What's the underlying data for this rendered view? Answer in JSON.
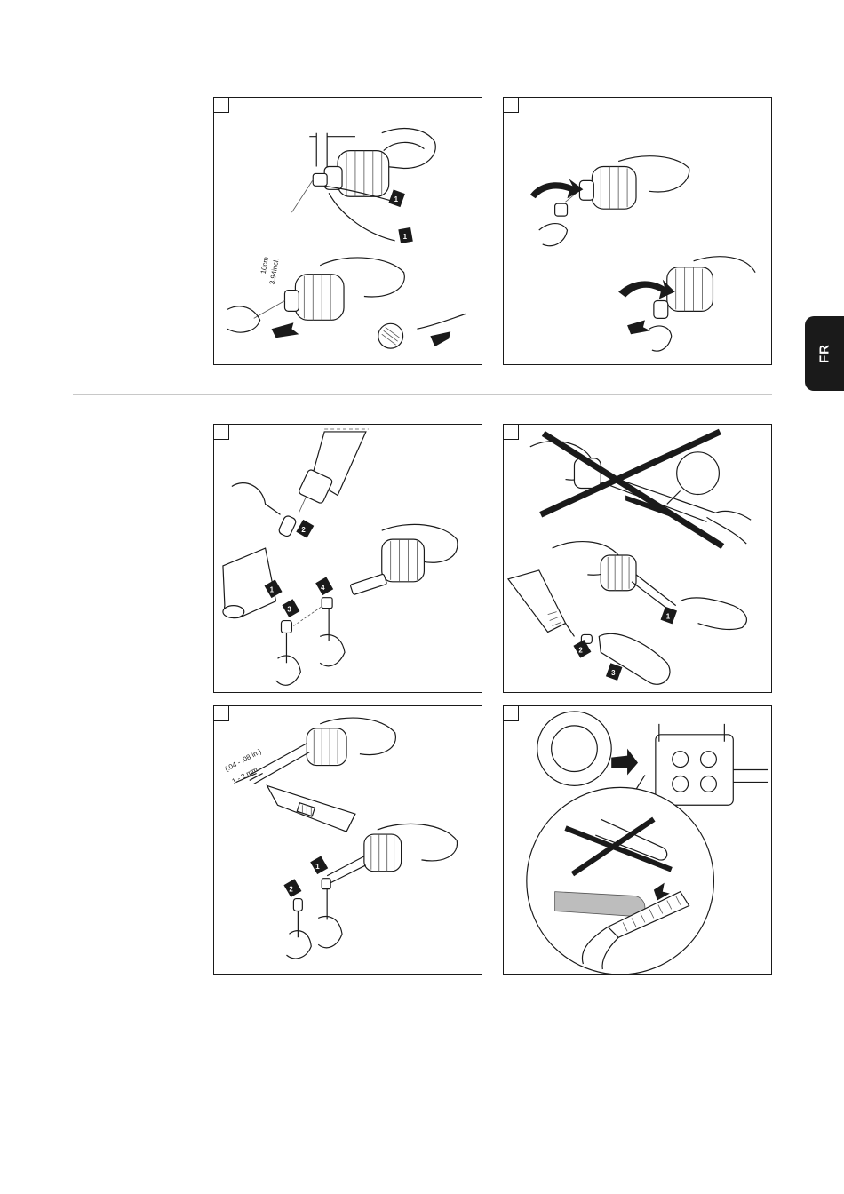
{
  "language_tab": "FR",
  "panels": [
    {
      "id": "p1",
      "labels": {
        "length": "10cm",
        "length_inch": "3.94inch"
      },
      "arrow_numbers": [
        "1",
        "1"
      ]
    },
    {
      "id": "p2",
      "labels": {},
      "arrow_numbers": []
    },
    {
      "id": "p3",
      "labels": {},
      "arrow_numbers": [
        "1",
        "2",
        "3",
        "4"
      ]
    },
    {
      "id": "p4",
      "labels": {},
      "arrow_numbers": [
        "1",
        "2",
        "3"
      ]
    },
    {
      "id": "p5",
      "labels": {
        "gap_in": "(.04 - .08 in.)",
        "gap_mm": "1 - 2 mm"
      },
      "arrow_numbers": [
        "1",
        "2"
      ]
    },
    {
      "id": "p6",
      "labels": {},
      "arrow_numbers": []
    }
  ],
  "colors": {
    "ink": "#1a1a1a",
    "divider": "#c8c8c8",
    "tab": "#1a1a1a",
    "tab_text": "#ffffff"
  }
}
